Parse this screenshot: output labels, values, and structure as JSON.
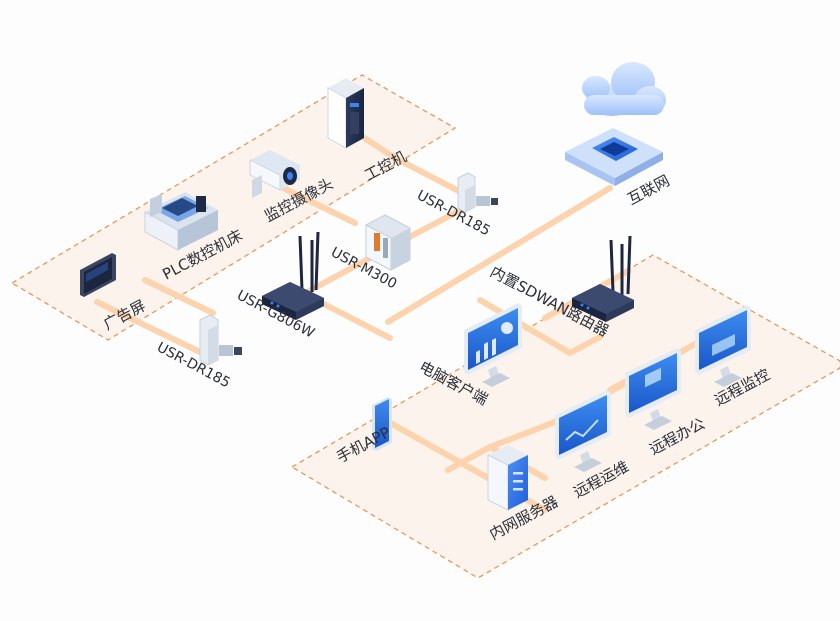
{
  "colors": {
    "link": "#fcd3ad",
    "zone_fill": "#fbf3ec",
    "zone_border": "#e9904a",
    "device_blue": "#2e6fe2",
    "device_navy": "#24314f",
    "text": "#2b2f38"
  },
  "labels": {
    "internet": "互联网",
    "ipc": "工控机",
    "camera": "监控摄像头",
    "plc_cnc": "PLC数控机床",
    "ad_screen": "广告屏",
    "dr185_top": "USR-DR185",
    "m300": "USR-M300",
    "g806w": "USR-G806W",
    "dr185_bottom": "USR-DR185",
    "sdwan_router": "内置SDWAN路由器",
    "pc_client": "电脑客户端",
    "mobile_app": "手机APP",
    "intranet_server": "内网服务器",
    "remote_ops": "远程运维",
    "remote_office": "远程办公",
    "remote_monitor": "远程监控"
  },
  "icons": {
    "cloud": "cloud-icon",
    "chip": "chip-icon",
    "router": "router-icon",
    "monitor": "monitor-icon",
    "phone": "phone-icon",
    "server": "server-icon",
    "camera": "camera-icon",
    "ipc": "industrial-pc-icon",
    "cnc": "cnc-machine-icon",
    "din": "din-rail-module-icon",
    "display": "display-screen-icon"
  }
}
